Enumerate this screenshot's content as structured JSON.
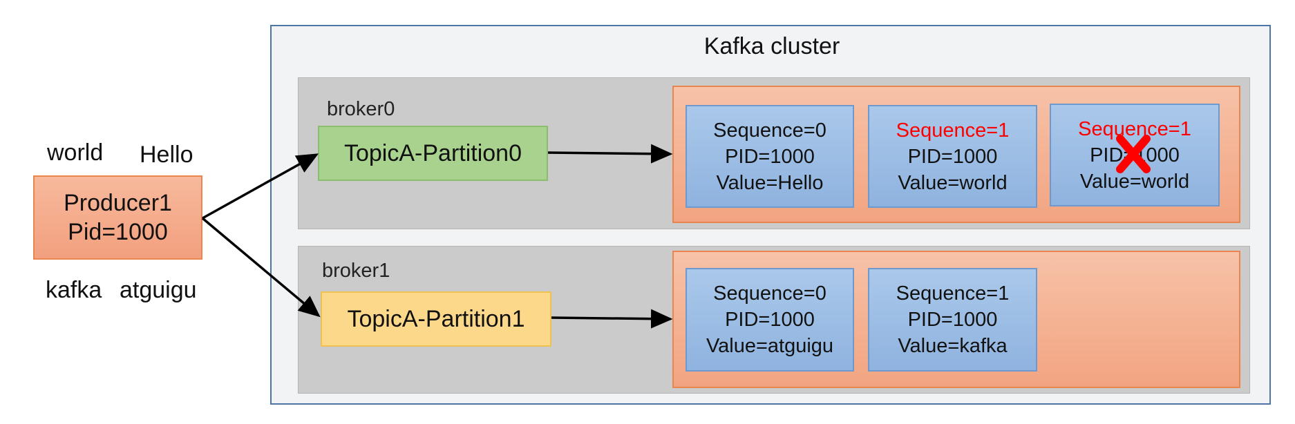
{
  "producer": {
    "name": "Producer1",
    "pid": "Pid=1000",
    "words": [
      "world",
      "Hello",
      "kafka",
      "atguigu"
    ]
  },
  "cluster": {
    "title": "Kafka cluster",
    "brokers": [
      {
        "label": "broker0",
        "partition": "TopicA-Partition0",
        "messages": [
          {
            "sequence": "Sequence=0",
            "pid": "PID=1000",
            "value": "Value=Hello"
          },
          {
            "sequence": "Sequence=1",
            "pid": "PID=1000",
            "value": "Value=world"
          },
          {
            "sequence": "Sequence=1",
            "pid": "PID=1000",
            "value": "Value=world",
            "rejected": true
          }
        ]
      },
      {
        "label": "broker1",
        "partition": "TopicA-Partition1",
        "messages": [
          {
            "sequence": "Sequence=0",
            "pid": "PID=1000",
            "value": "Value=atguigu"
          },
          {
            "sequence": "Sequence=1",
            "pid": "PID=1000",
            "value": "Value=kafka"
          }
        ]
      }
    ]
  },
  "colors": {
    "duplicate_sequence": "#ff0000",
    "reject_mark": "#ff0000",
    "partition0": "#a9d28f",
    "partition1": "#fcd98a",
    "message": "#8fb3df",
    "queue": "#f2a481"
  },
  "icons": {
    "reject": "x-mark-icon"
  }
}
